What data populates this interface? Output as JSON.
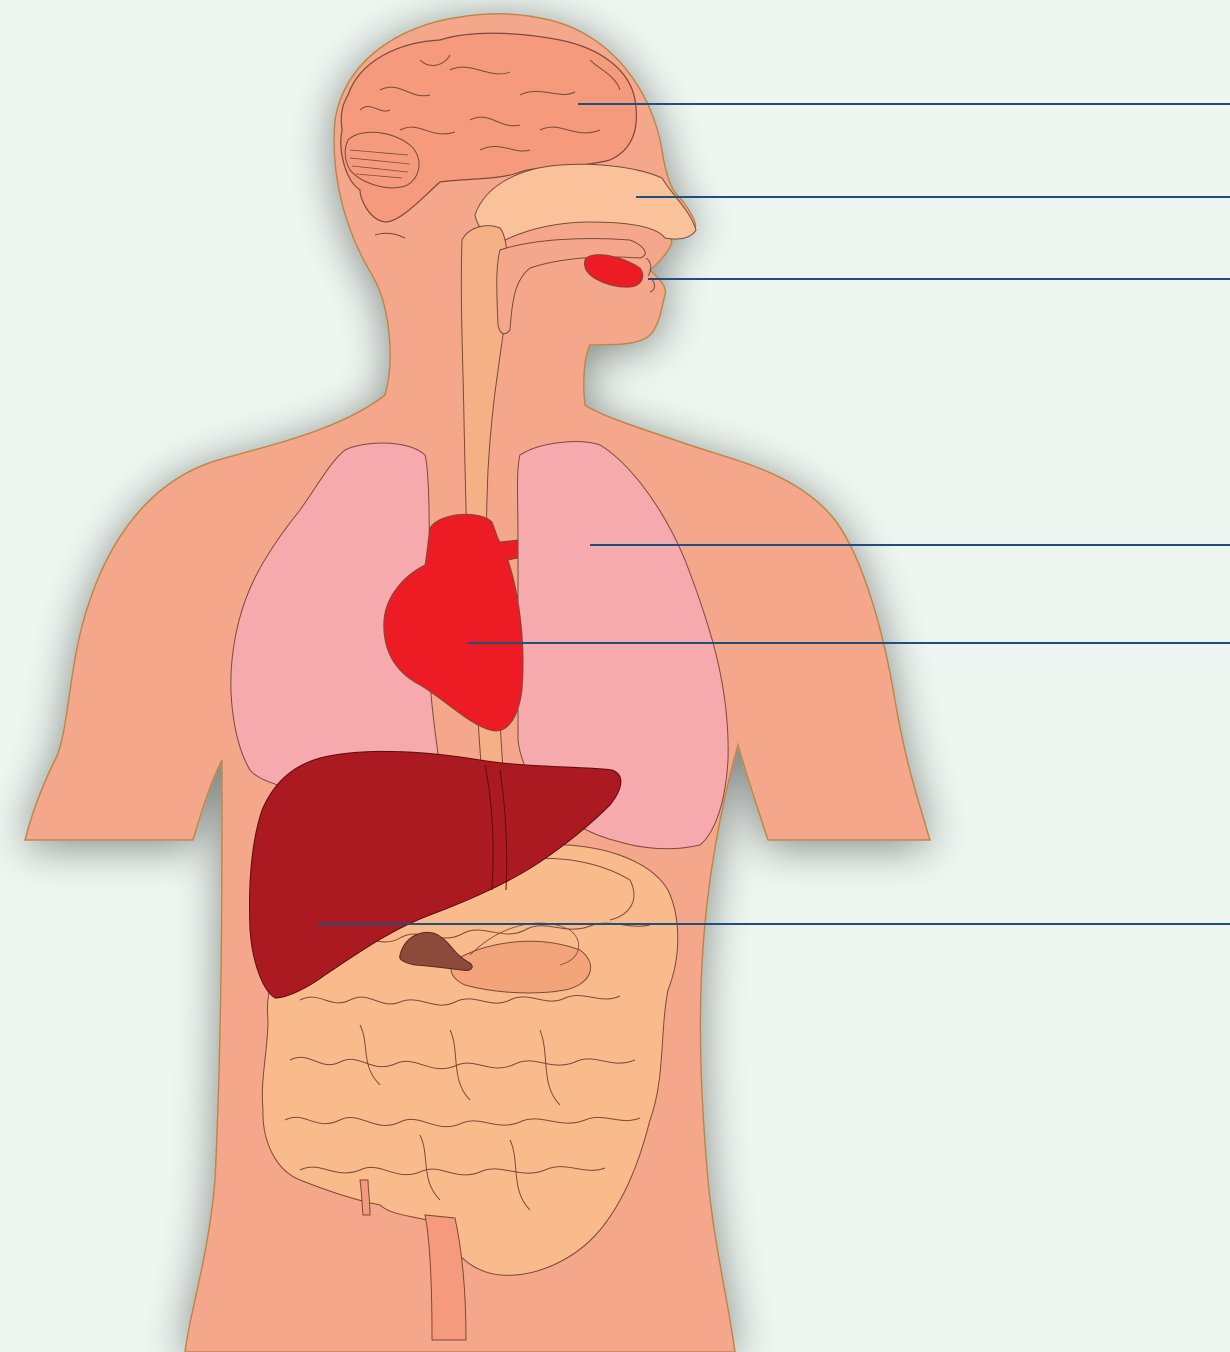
{
  "diagram": {
    "labels": [
      {
        "id": "brain",
        "text": ""
      },
      {
        "id": "nasal-cavity",
        "text": ""
      },
      {
        "id": "tongue",
        "text": ""
      },
      {
        "id": "lung",
        "text": ""
      },
      {
        "id": "heart",
        "text": ""
      },
      {
        "id": "liver",
        "text": ""
      }
    ]
  },
  "colors": {
    "background": "#eef6f1",
    "skin": "#f5a78c",
    "skin_outline": "#b9884a",
    "brain": "#f59a7c",
    "nasal": "#f9c29a",
    "esophagus": "#f6b086",
    "lungs": "#f6aaae",
    "heart": "#ed1c24",
    "liver": "#ab1a20",
    "gallbladder": "#8c4a3a",
    "intestines": "#f9bb8c",
    "leader_line": "#1d4f80"
  }
}
